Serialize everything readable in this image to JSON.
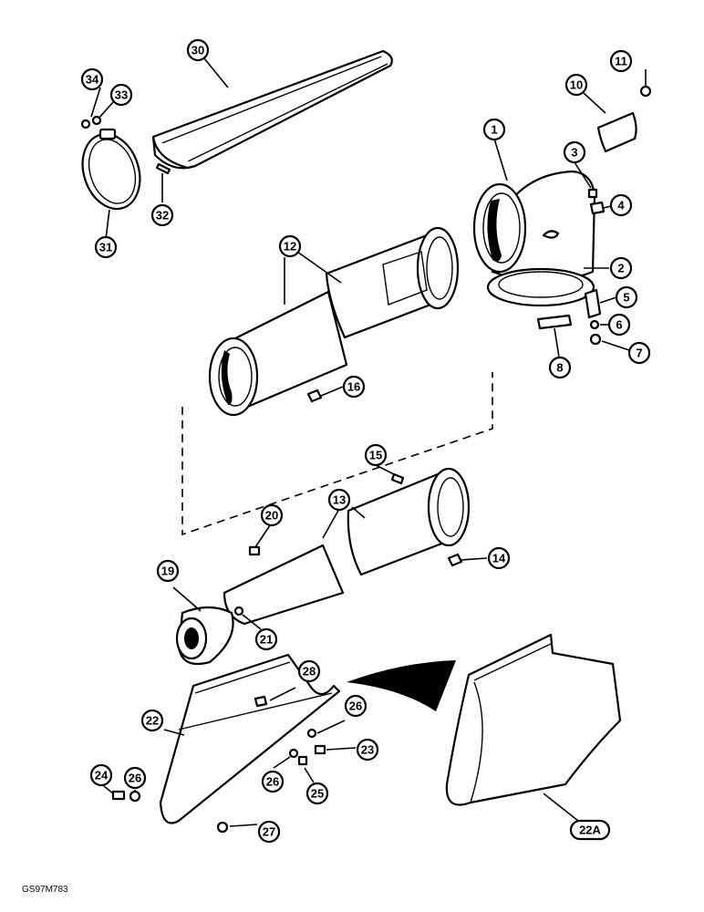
{
  "drawing_ref": "GS97M783",
  "callouts": [
    {
      "id": "c1",
      "label": "1"
    },
    {
      "id": "c2",
      "label": "2"
    },
    {
      "id": "c3",
      "label": "3"
    },
    {
      "id": "c4",
      "label": "4"
    },
    {
      "id": "c5",
      "label": "5"
    },
    {
      "id": "c6",
      "label": "6"
    },
    {
      "id": "c7",
      "label": "7"
    },
    {
      "id": "c8",
      "label": "8"
    },
    {
      "id": "c10",
      "label": "10"
    },
    {
      "id": "c11",
      "label": "11"
    },
    {
      "id": "c12",
      "label": "12"
    },
    {
      "id": "c13",
      "label": "13"
    },
    {
      "id": "c14",
      "label": "14"
    },
    {
      "id": "c15",
      "label": "15"
    },
    {
      "id": "c16",
      "label": "16"
    },
    {
      "id": "c19",
      "label": "19"
    },
    {
      "id": "c20",
      "label": "20"
    },
    {
      "id": "c21",
      "label": "21"
    },
    {
      "id": "c22",
      "label": "22"
    },
    {
      "id": "c22a",
      "label": "22A"
    },
    {
      "id": "c23",
      "label": "23"
    },
    {
      "id": "c24",
      "label": "24"
    },
    {
      "id": "c25",
      "label": "25"
    },
    {
      "id": "c26a",
      "label": "26"
    },
    {
      "id": "c26b",
      "label": "26"
    },
    {
      "id": "c26c",
      "label": "26"
    },
    {
      "id": "c27",
      "label": "27"
    },
    {
      "id": "c28",
      "label": "28"
    },
    {
      "id": "c30",
      "label": "30"
    },
    {
      "id": "c31",
      "label": "31"
    },
    {
      "id": "c32",
      "label": "32"
    },
    {
      "id": "c33",
      "label": "33"
    },
    {
      "id": "c34",
      "label": "34"
    }
  ]
}
